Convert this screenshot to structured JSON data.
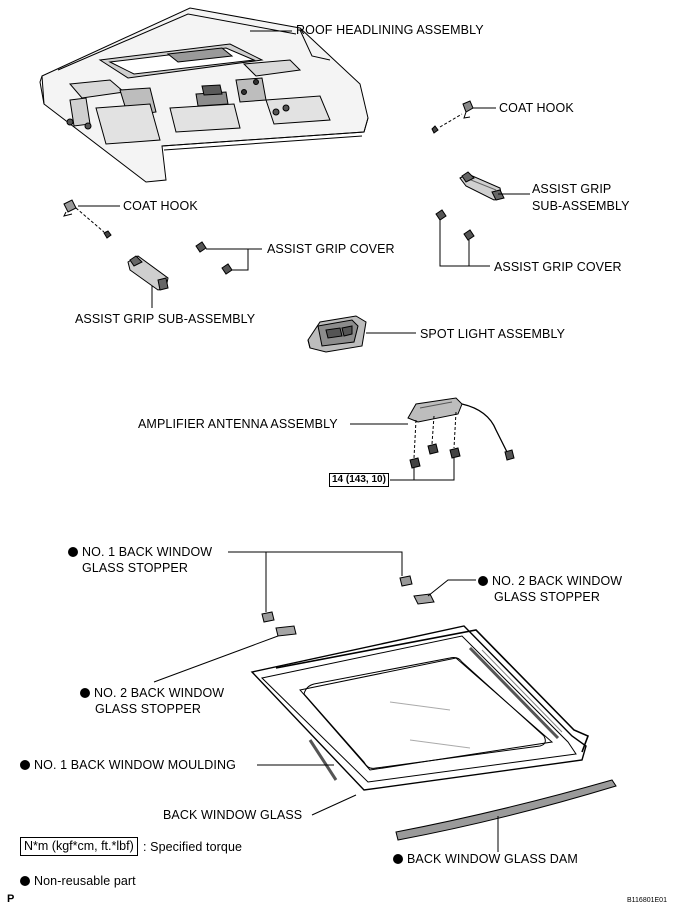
{
  "labels": {
    "roof_headlining": "ROOF HEADLINING ASSEMBLY",
    "coat_hook_right": "COAT HOOK",
    "coat_hook_left": "COAT HOOK",
    "assist_grip_right_l1": "ASSIST GRIP",
    "assist_grip_right_l2": "SUB-ASSEMBLY",
    "assist_grip_cover_left": "ASSIST GRIP COVER",
    "assist_grip_cover_right": "ASSIST GRIP COVER",
    "assist_grip_left": "ASSIST GRIP SUB-ASSEMBLY",
    "spot_light": "SPOT LIGHT ASSEMBLY",
    "amplifier_antenna": "AMPLIFIER ANTENNA ASSEMBLY",
    "torque_value": "14 (143, 10)",
    "stopper1_l1": "NO. 1 BACK WINDOW",
    "stopper1_l2": "GLASS STOPPER",
    "stopper2_right_l1": "NO. 2 BACK WINDOW",
    "stopper2_right_l2": "GLASS STOPPER",
    "stopper2_left_l1": "NO. 2 BACK WINDOW",
    "stopper2_left_l2": "GLASS STOPPER",
    "moulding": "NO. 1 BACK WINDOW MOULDING",
    "back_glass": "BACK WINDOW GLASS",
    "glass_dam": "BACK WINDOW GLASS DAM"
  },
  "legend": {
    "torque_unit": "N*m (kgf*cm, ft.*lbf)",
    "torque_desc": ": Specified torque",
    "non_reusable": "Non-reusable part"
  },
  "footer": {
    "corner_letter": "P",
    "figure_code": "B116801E01"
  }
}
